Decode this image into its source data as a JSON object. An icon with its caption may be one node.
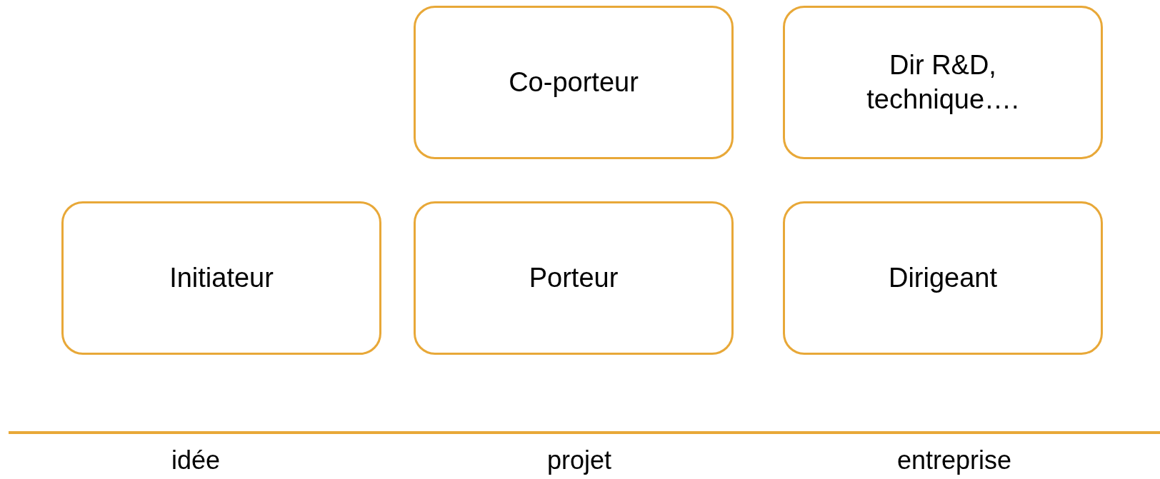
{
  "diagram": {
    "nodes": [
      {
        "text": [
          "Co-porteur"
        ]
      },
      {
        "text": [
          "Dir R&D, technique…."
        ]
      },
      {
        "text": [
          "Initiateur"
        ]
      },
      {
        "text": [
          "Porteur"
        ]
      },
      {
        "text": [
          "Dirigeant"
        ]
      }
    ],
    "labels": [
      "idée",
      "projet",
      "entreprise"
    ]
  }
}
